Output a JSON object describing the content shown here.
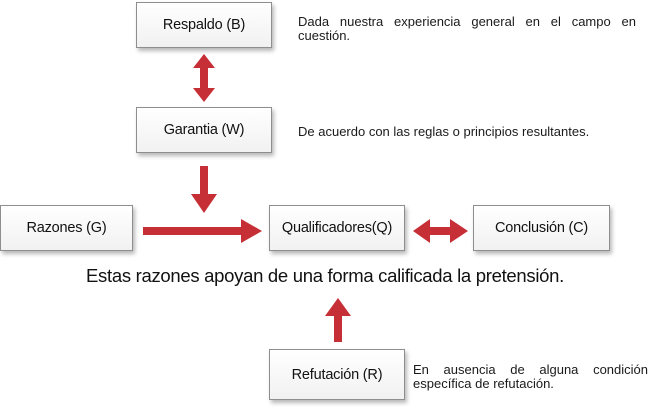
{
  "diagram": {
    "arrow_color": "#c62f36",
    "nodes": {
      "respaldo": "Respaldo (B)",
      "garantia": "Garantia (W)",
      "razones": "Razones (G)",
      "qualificadores": "Qualificadores(Q)",
      "conclusion": "Conclusión (C)",
      "refutacion": "Refutación (R)"
    },
    "notes": {
      "respaldo": "Dada nuestra experiencia general en el campo en cuestión.",
      "garantia": "De acuerdo con las reglas o principios resultantes.",
      "refutacion": "En ausencia de alguna condición específica de refutación."
    },
    "caption": "Estas razones apoyan de una forma calificada la pretensión."
  }
}
